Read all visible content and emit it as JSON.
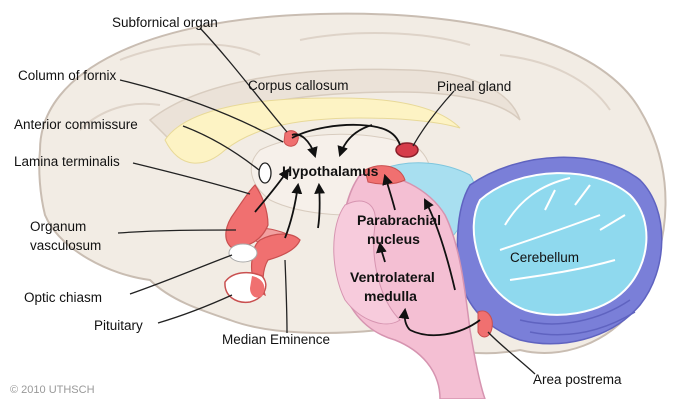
{
  "labels": {
    "subfornical_organ": "Subfornical organ",
    "column_of_fornix": "Column of fornix",
    "corpus_callosum": "Corpus callosum",
    "pineal_gland": "Pineal gland",
    "anterior_commissure": "Anterior commissure",
    "lamina_terminalis": "Lamina terminalis",
    "hypothalamus": "Hypothalamus",
    "organum_line1": "Organum",
    "organum_line2": "vasculosum",
    "parabrachial_line1": "Parabrachial",
    "parabrachial_line2": "nucleus",
    "cerebellum": "Cerebellum",
    "ventrolateral_line1": "Ventrolateral",
    "ventrolateral_line2": "medulla",
    "optic_chiasm": "Optic chiasm",
    "pituitary": "Pituitary",
    "median_eminence": "Median Eminence",
    "area_postrema": "Area postrema"
  },
  "copyright": "© 2010 UTHSCH",
  "colors": {
    "brain": "#f2ece4",
    "brain_outline": "#c9bdb2",
    "corpus_callosum": "#fdf3c4",
    "brainstem": "#f4bfd3",
    "cerebellum": "#8fd9ee",
    "cerebellum_folia": "#7a7fd8",
    "fourth_ventricle": "#a8dff0",
    "circumventricular": "#f07070"
  },
  "icons": {
    "arrowhead": "arrow-head-icon"
  }
}
